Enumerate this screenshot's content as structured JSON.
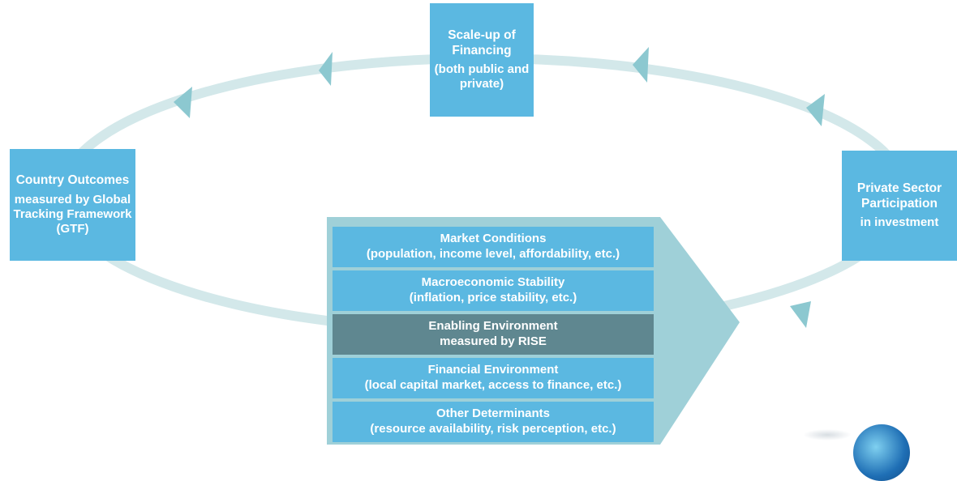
{
  "nodes": {
    "financing": {
      "title": "Scale-up of Financing",
      "sub": "(both public and private)"
    },
    "outcomes": {
      "title": "Country Outcomes",
      "sub": "measured by Global Tracking Framework (GTF)"
    },
    "private": {
      "title": "Private Sector Participation",
      "sub": "in investment"
    }
  },
  "determinants": [
    {
      "title": "Market Conditions",
      "sub": "(population, income level, affordability, etc.)"
    },
    {
      "title": "Macroeconomic Stability",
      "sub": "(inflation, price stability, etc.)"
    },
    {
      "title": "Enabling Environment",
      "sub": "measured by RISE"
    },
    {
      "title": "Financial Environment",
      "sub": "(local capital market, access to finance, etc.)"
    },
    {
      "title": "Other Determinants",
      "sub": "(resource availability, risk perception, etc.)"
    }
  ],
  "colors": {
    "box": "#5bb8e1",
    "highlight": "#5f8790",
    "ring": "#d3e8ea",
    "arrowhead": "#8cc8d0",
    "panel": "#9fd0d8"
  }
}
